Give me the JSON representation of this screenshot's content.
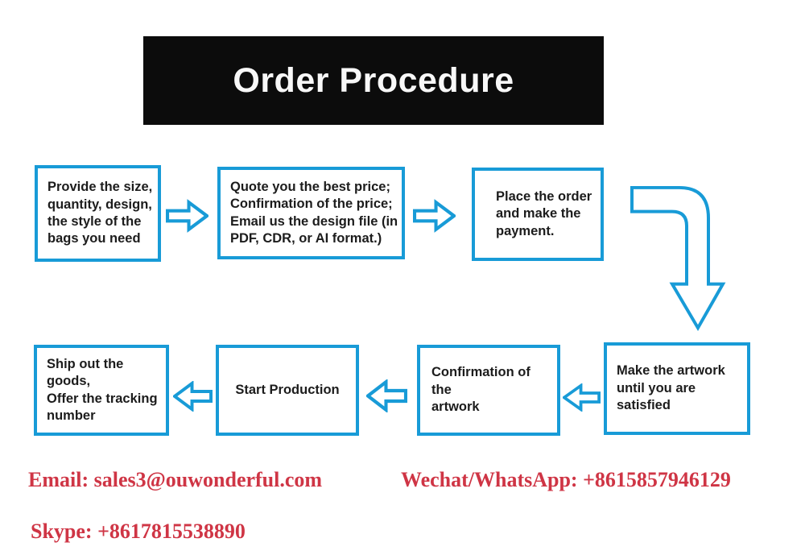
{
  "title": "Order Procedure",
  "colors": {
    "accent": "#189bd7",
    "red": "#cf3545",
    "banner_bg": "#0c0c0c",
    "banner_text": "#f8f8f8"
  },
  "steps": [
    {
      "id": 1,
      "text": "Provide the size,\nquantity, design,\nthe style of the\nbags you need"
    },
    {
      "id": 2,
      "text": "Quote you the best price;\nConfirmation of the price;\nEmail us the design file (in\nPDF, CDR, or AI format.)"
    },
    {
      "id": 3,
      "text": "Place the order\nand make the\npayment."
    },
    {
      "id": 4,
      "text": "Make the artwork\nuntil you are satisfied"
    },
    {
      "id": 5,
      "text": "Confirmation of the\nartwork"
    },
    {
      "id": 6,
      "text": "Start Production"
    },
    {
      "id": 7,
      "text": "Ship out the goods,\nOffer the tracking\nnumber"
    }
  ],
  "contacts": {
    "email": "Email: sales3@ouwonderful.com",
    "wechat_whatsapp": "Wechat/WhatsApp: +8615857946129",
    "skype": "Skype: +8617815538890"
  }
}
